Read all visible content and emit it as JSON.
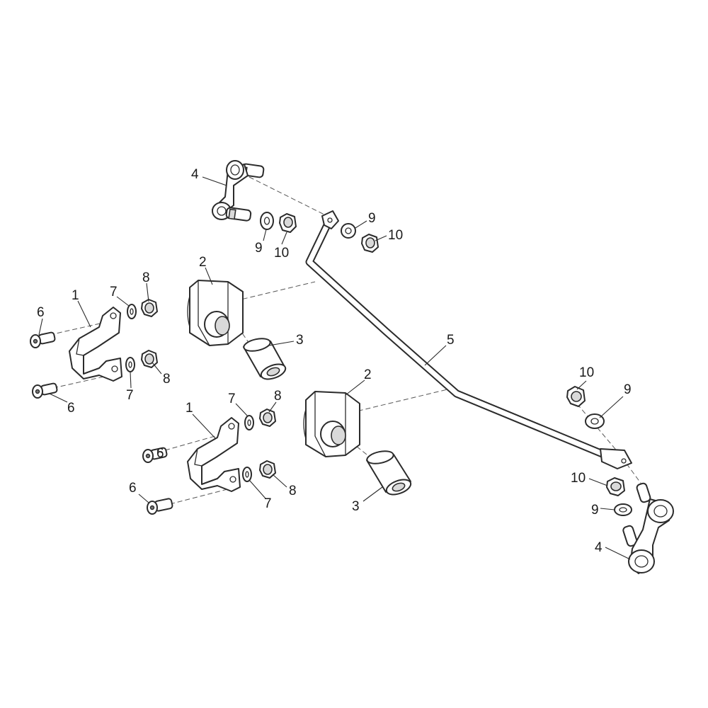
{
  "callouts": [
    {
      "id": "c4-top",
      "label": "4"
    },
    {
      "id": "c9-a",
      "label": "9"
    },
    {
      "id": "c10-a",
      "label": "10"
    },
    {
      "id": "c9-b",
      "label": "9"
    },
    {
      "id": "c10-b",
      "label": "10"
    },
    {
      "id": "c2-top",
      "label": "2"
    },
    {
      "id": "c8-a",
      "label": "8"
    },
    {
      "id": "c7-a",
      "label": "7"
    },
    {
      "id": "c1-top",
      "label": "1"
    },
    {
      "id": "c6-a",
      "label": "6"
    },
    {
      "id": "c3-top",
      "label": "3"
    },
    {
      "id": "c5",
      "label": "5"
    },
    {
      "id": "c8-b",
      "label": "8"
    },
    {
      "id": "c7-b",
      "label": "7"
    },
    {
      "id": "c6-b",
      "label": "6"
    },
    {
      "id": "c2-bot",
      "label": "2"
    },
    {
      "id": "c10-c",
      "label": "10"
    },
    {
      "id": "c9-c",
      "label": "9"
    },
    {
      "id": "c7-c",
      "label": "7"
    },
    {
      "id": "c8-c",
      "label": "8"
    },
    {
      "id": "c1-bot",
      "label": "1"
    },
    {
      "id": "c6-c",
      "label": "6"
    },
    {
      "id": "c6-d",
      "label": "6"
    },
    {
      "id": "c8-d",
      "label": "8"
    },
    {
      "id": "c7-d",
      "label": "7"
    },
    {
      "id": "c3-bot",
      "label": "3"
    },
    {
      "id": "c10-d",
      "label": "10"
    },
    {
      "id": "c9-d",
      "label": "9"
    },
    {
      "id": "c4-bot",
      "label": "4"
    }
  ]
}
